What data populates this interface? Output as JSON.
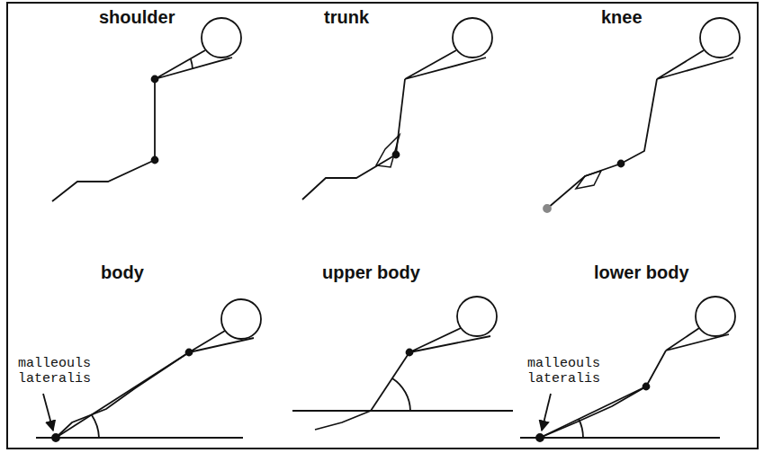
{
  "diagram": {
    "labels": [
      "shoulder",
      "trunk",
      "knee",
      "body",
      "upper body",
      "lower body",
      "malleouls lateralis",
      "malleouls lateralis"
    ]
  }
}
